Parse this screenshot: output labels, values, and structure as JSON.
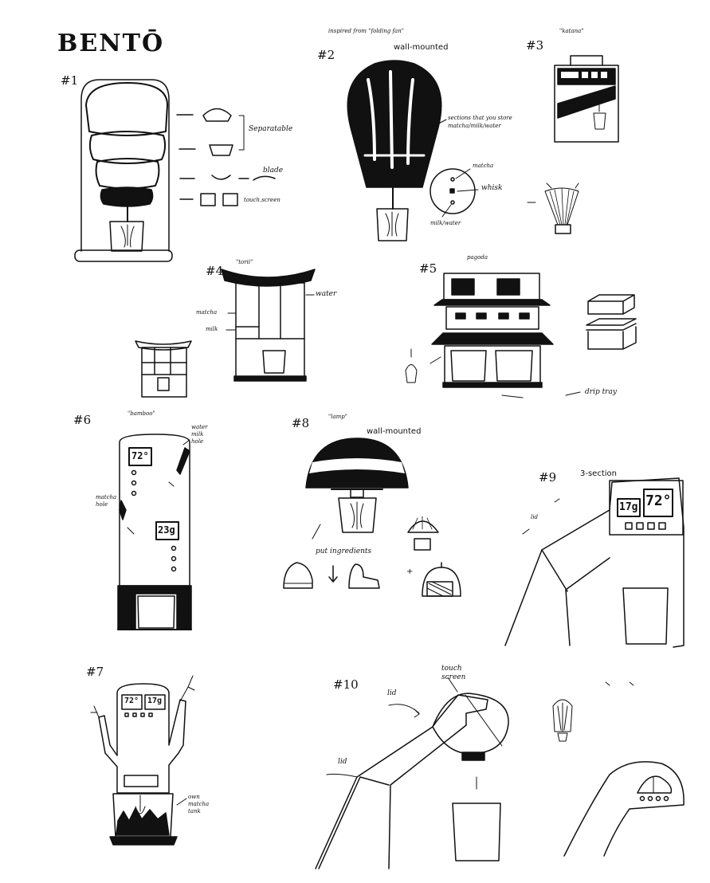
{
  "title": "BENTŌ",
  "colors": {
    "ink": "#111111",
    "paper": "#ffffff"
  },
  "concepts": [
    {
      "id": "c1",
      "number": "#1",
      "labels": [
        "Separatable",
        "blade",
        "touch.screen"
      ]
    },
    {
      "id": "c2",
      "number": "#2",
      "inspiration": "inspired from \"folding fan\"",
      "subtitle": "wall-mounted",
      "labels": [
        "sections that you store matcha/milk/water",
        "matcha",
        "whisk",
        "milk/water"
      ]
    },
    {
      "id": "c3",
      "number": "#3",
      "inspiration": "\"katana\""
    },
    {
      "id": "c4",
      "number": "#4",
      "inspiration": "\"torii\"",
      "labels": [
        "water",
        "matcha",
        "milk"
      ]
    },
    {
      "id": "c5",
      "number": "#5",
      "inspiration": "pagoda",
      "labels": [
        "drip tray"
      ]
    },
    {
      "id": "c6",
      "number": "#6",
      "inspiration": "\"bamboo\"",
      "labels": [
        "water milk hole",
        "matcha hole"
      ],
      "readouts": [
        "72°",
        "23g"
      ]
    },
    {
      "id": "c7",
      "number": "#7",
      "labels": [
        "own matcha tank"
      ],
      "readouts": [
        "72°",
        "17g"
      ]
    },
    {
      "id": "c8",
      "number": "#8",
      "inspiration": "\"lamp\"",
      "subtitle": "wall-mounted",
      "labels": [
        "put ingredients",
        "+"
      ]
    },
    {
      "id": "c9",
      "number": "#9",
      "subtitle": "3-section",
      "labels": [
        "lid"
      ],
      "readouts": [
        "17g",
        "72°"
      ]
    },
    {
      "id": "c10",
      "number": "#10",
      "labels": [
        "touch screen",
        "lid",
        "lid"
      ]
    }
  ]
}
